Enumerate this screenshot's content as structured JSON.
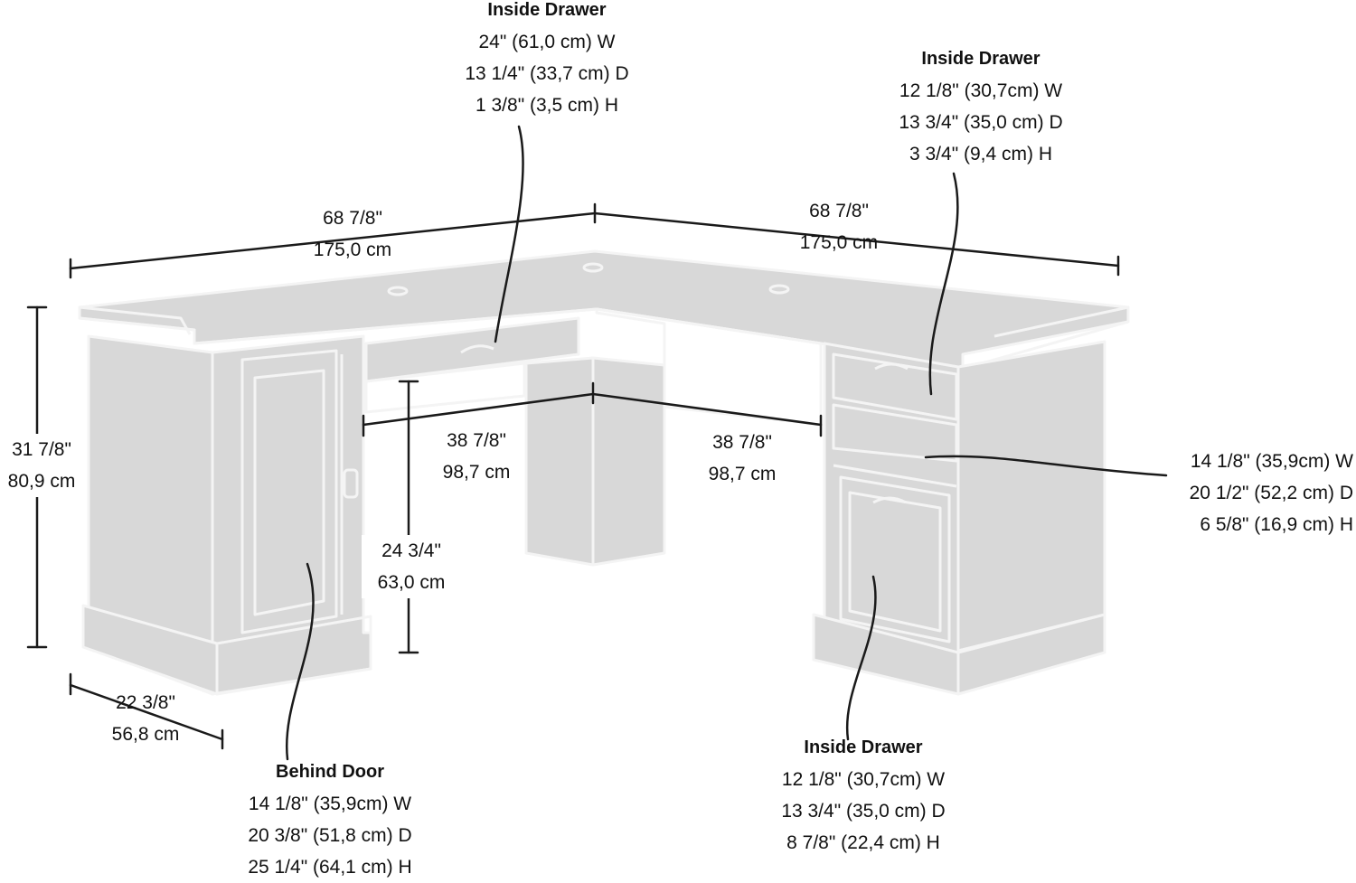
{
  "labels": {
    "top_drawer": {
      "title": "Inside Drawer",
      "w": "24\" (61,0 cm) W",
      "d": "13 1/4\" (33,7 cm) D",
      "h": "1 3/8\" (3,5 cm) H"
    },
    "right_drawer": {
      "title": "Inside Drawer",
      "w": "12 1/8\" (30,7cm) W",
      "d": "13 3/4\" (35,0 cm) D",
      "h": "3 3/4\" (9,4 cm) H"
    },
    "shelf": {
      "w": "14 1/8\" (35,9cm) W",
      "d": "20 1/2\" (52,2 cm) D",
      "h": "6 5/8\" (16,9 cm) H"
    },
    "bottom_drawer": {
      "title": "Inside Drawer",
      "w": "12 1/8\" (30,7cm) W",
      "d": "13 3/4\" (35,0 cm) D",
      "h": "8 7/8\" (22,4 cm) H"
    },
    "behind_door": {
      "title": "Behind Door",
      "w": "14 1/8\" (35,9cm) W",
      "d": "20 3/8\" (51,8 cm) D",
      "h": "25 1/4\" (64,1 cm) H"
    }
  },
  "dimensions": {
    "left_width": {
      "in": "68 7/8\"",
      "cm": "175,0 cm"
    },
    "right_width": {
      "in": "68 7/8\"",
      "cm": "175,0 cm"
    },
    "height": {
      "in": "31 7/8\"",
      "cm": "80,9 cm"
    },
    "depth": {
      "in": "22 3/8\"",
      "cm": "56,8 cm"
    },
    "knee_left": {
      "in": "38 7/8\"",
      "cm": "98,7 cm"
    },
    "knee_right": {
      "in": "38 7/8\"",
      "cm": "98,7 cm"
    },
    "knee_height": {
      "in": "24 3/4\"",
      "cm": "63,0 cm"
    }
  },
  "colors": {
    "line": "#1a1a1a",
    "desk_fill": "#d8d8d8",
    "desk_stroke": "#f4f4f4"
  }
}
